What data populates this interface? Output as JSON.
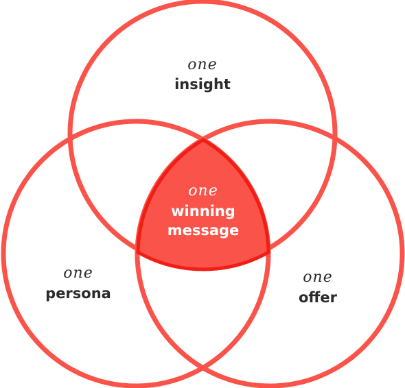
{
  "colors": {
    "ring": "#F9534A",
    "center_fill": "#F9534A",
    "center_outline": "#F01E14",
    "label_text": "#2B2B2B",
    "center_text": "#FFFFFF",
    "background": "#FFFFFF"
  },
  "sets": [
    {
      "prefix": "one",
      "name": "insight"
    },
    {
      "prefix": "one",
      "name": "persona"
    },
    {
      "prefix": "one",
      "name": "offer"
    }
  ],
  "intersection": {
    "prefix": "one",
    "line1": "winning",
    "line2": "message"
  }
}
